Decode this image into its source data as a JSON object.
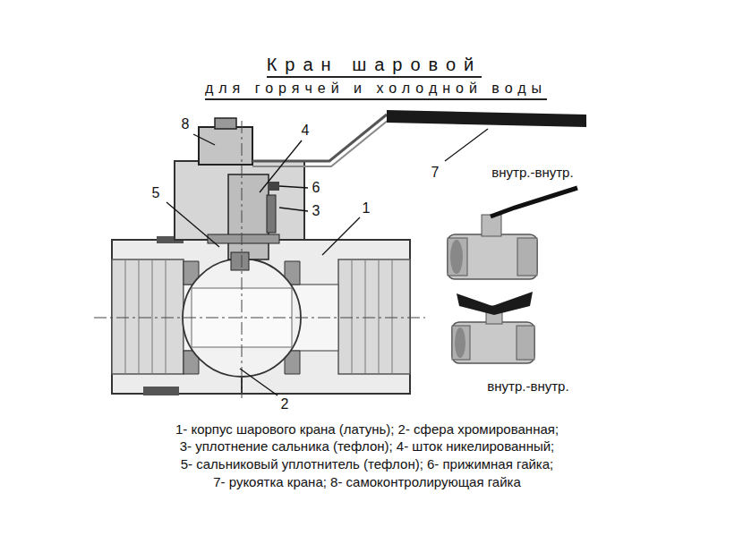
{
  "diagram": {
    "title": "Кран шаровой",
    "labels": [
      "для горячей и холодной воды",
      "8",
      "4",
      "5",
      "6",
      "3",
      "1",
      "7",
      "внутр.-внутр.",
      "внутр.-внутр.",
      "2",
      "1- корпус шарового крана (латунь); 2- сфера хромированная;",
      "3- уплотнение сальника (тефлон); 4- шток никелированный;",
      "5- сальниковый уплотнитель (тефлон); 6- прижимная гайка;",
      "7- рукоятка крана; 8- самоконтролирующая гайка"
    ]
  }
}
